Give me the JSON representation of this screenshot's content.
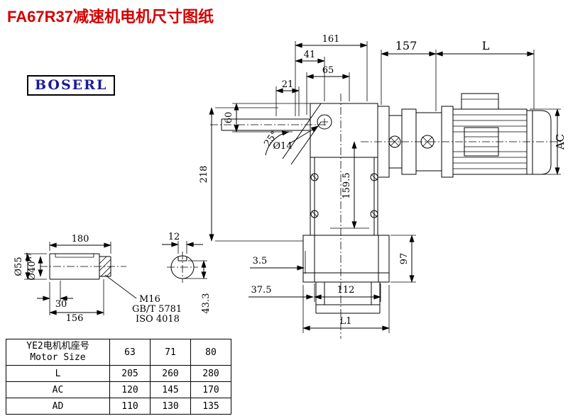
{
  "title": "FA67R37减速机电机尺寸图纸",
  "logo": "BOSERL",
  "main_view": {
    "dim_161": "161",
    "dim_41": "41",
    "dim_65": "65",
    "dim_21": "21",
    "dim_60": "60",
    "dim_218": "218",
    "dim_dia14": "Ø14",
    "angle_25": "25°",
    "dim_157": "157",
    "dim_L": "L",
    "dim_AC": "AC",
    "dim_159_5": "159.5",
    "dim_97": "97",
    "dim_3_5": "3.5",
    "dim_37_5": "37.5",
    "dim_112": "112",
    "dim_L1": "L1"
  },
  "shaft_view": {
    "dim_180": "180",
    "dim_12": "12",
    "dim_dia55": "Ø55",
    "dim_dia40": "Ø40",
    "dim_dia40_sup": "H7",
    "dim_30": "30",
    "dim_156": "156",
    "thread_callout": "M16",
    "standard_gb": "GB/T 5781",
    "standard_iso": "ISO 4018",
    "dim_43_3": "43.3"
  },
  "table": {
    "header_label_cn": "YE2电机机座号",
    "header_label_en": "Motor Size",
    "header_values": [
      "63",
      "71",
      "80"
    ],
    "rows": [
      {
        "label": "L",
        "values": [
          "205",
          "260",
          "280"
        ]
      },
      {
        "label": "AC",
        "values": [
          "120",
          "145",
          "170"
        ]
      },
      {
        "label": "AD",
        "values": [
          "110",
          "130",
          "135"
        ]
      }
    ]
  },
  "colors": {
    "title_red": "#d40000",
    "logo_blue": "#1a1a99",
    "line_black": "#000000"
  }
}
